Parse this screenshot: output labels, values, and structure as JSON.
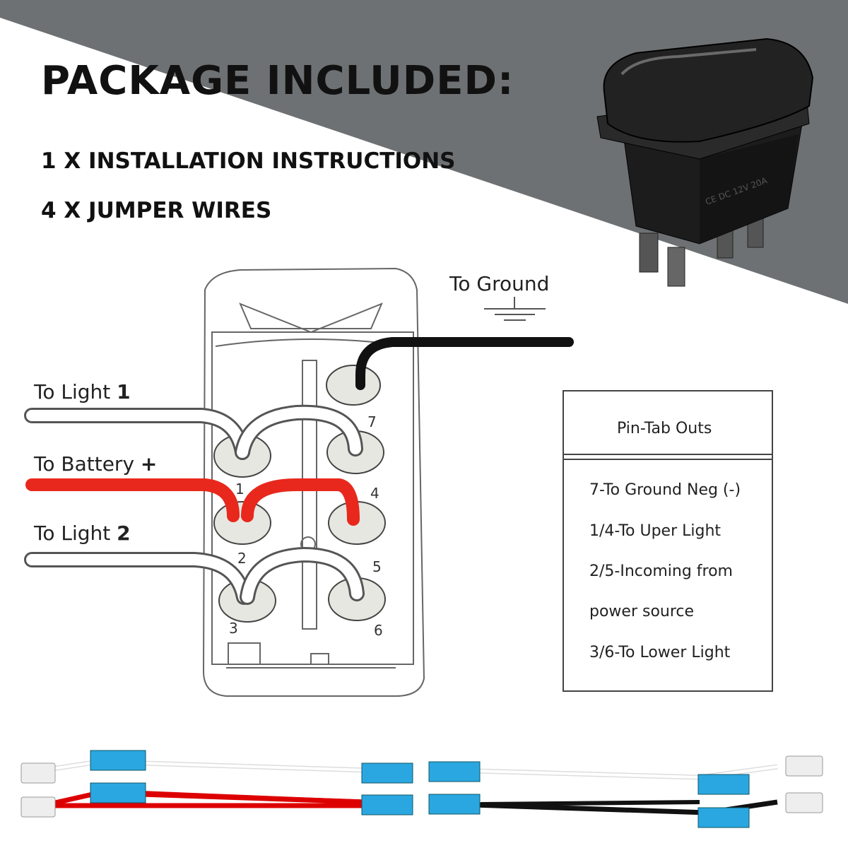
{
  "header": {
    "title": "PACKAGE INCLUDED:",
    "items": [
      "1 X INSTALLATION INSTRUCTIONS",
      "4  X JUMPER WIRES"
    ]
  },
  "diagram": {
    "ground_label": "To  Ground",
    "light1_label": "To  Light",
    "light1_num": "1",
    "battery_label": "To  Battery",
    "battery_sign": "+",
    "light2_label": "To  Light",
    "light2_num": "2",
    "pins": [
      "1",
      "2",
      "3",
      "4",
      "5",
      "6",
      "7"
    ]
  },
  "pin_table": {
    "title": "Pin-Tab Outs",
    "rows": [
      "7-To Ground Neg (-)",
      "1/4-To Uper Light",
      "2/5-Incoming from",
      "power source",
      "3/6-To Lower Light"
    ]
  },
  "colors": {
    "banner_gray": "#6e7173",
    "wire_red": "#e8281c",
    "wire_black": "#111111",
    "connector_blue": "#2aa7e0"
  }
}
